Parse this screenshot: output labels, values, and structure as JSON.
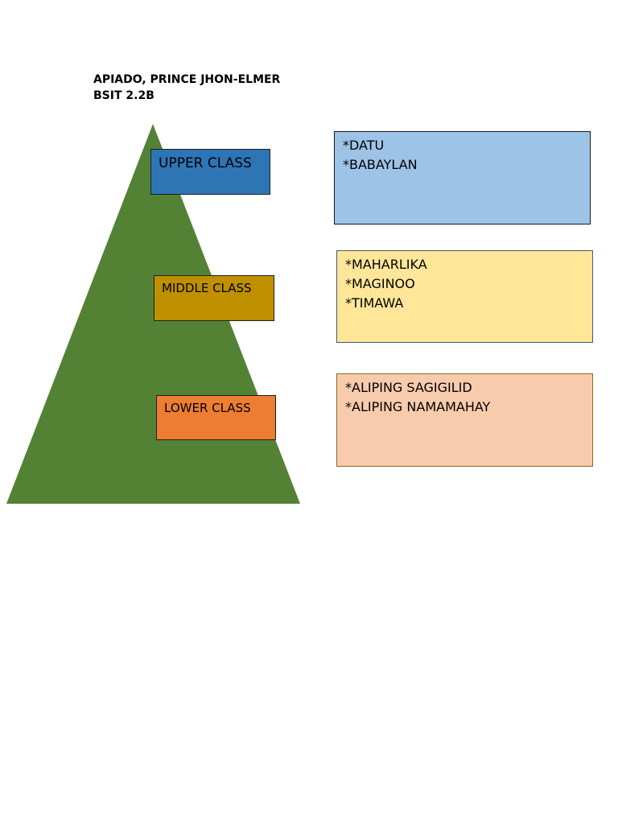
{
  "header": {
    "name": "APIADO, PRINCE JHON-ELMER",
    "section": "BSIT 2.2B"
  },
  "colors": {
    "pyramid": "#548235",
    "upper": "#2e75b6",
    "middle": "#bf9000",
    "lower": "#ed7d31",
    "upper_list": "#9dc3e6",
    "middle_list": "#ffe699",
    "lower_list": "#f8cbad"
  },
  "classes": [
    {
      "label": "UPPER CLASS",
      "members": [
        "*DATU",
        "*BABAYLAN"
      ]
    },
    {
      "label": "MIDDLE CLASS",
      "members": [
        "*MAHARLIKA",
        "*MAGINOO",
        "*TIMAWA"
      ]
    },
    {
      "label": "LOWER CLASS",
      "members": [
        "*ALIPING SAGIGILID",
        "*ALIPING NAMAMAHAY"
      ]
    }
  ]
}
